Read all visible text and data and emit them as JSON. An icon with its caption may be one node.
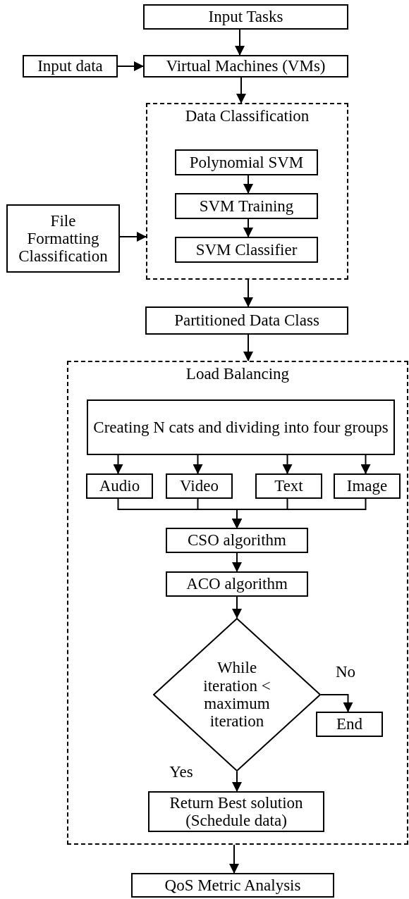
{
  "diagram": {
    "nodes": [
      {
        "text": [
          "Input Tasks"
        ]
      },
      {
        "text": [
          "Virtual Machines (VMs)"
        ]
      },
      {
        "text": [
          "Input data"
        ]
      },
      {
        "text": [
          "Data Classification"
        ]
      },
      {
        "text": [
          "Polynomial SVM"
        ],
        "in": 3
      },
      {
        "text": [
          "SVM Training"
        ],
        "in": 3
      },
      {
        "text": [
          "SVM Classifier"
        ],
        "in": 3
      },
      {
        "text": [
          "File Formatting Classification"
        ]
      },
      {
        "text": [
          "Partitioned Data Class"
        ]
      },
      {
        "text": [
          "Load Balancing"
        ]
      },
      {
        "text": [
          "Creating N cats and dividing into four groups"
        ],
        "in": 9
      },
      {
        "text": [
          "Audio"
        ],
        "in": 9
      },
      {
        "text": [
          "Video"
        ],
        "in": 9
      },
      {
        "text": [
          "Text"
        ],
        "in": 9
      },
      {
        "text": [
          "Image"
        ],
        "in": 9
      },
      {
        "text": [
          "CSO algorithm"
        ],
        "in": 9
      },
      {
        "text": [
          "ACO algorithm"
        ],
        "in": 9
      },
      {
        "text": [
          "While iteration < maximum iteration"
        ],
        "in": 9
      },
      {
        "text": [
          "End"
        ],
        "in": 9
      },
      {
        "text": [
          "Return Best solution (Schedule data)"
        ],
        "in": 9
      },
      {
        "text": [
          "QoS Metric Analysis"
        ]
      }
    ],
    "edges": [
      {
        "from": 0,
        "to": 1,
        "arrow": "to"
      },
      {
        "from": 2,
        "to": 1,
        "arrow": "to"
      },
      {
        "from": 1,
        "to": 3,
        "arrow": "to"
      },
      {
        "from": 4,
        "to": 5,
        "arrow": "to"
      },
      {
        "from": 5,
        "to": 6,
        "arrow": "to"
      },
      {
        "from": 7,
        "to": 3,
        "arrow": "to"
      },
      {
        "from": 3,
        "to": 8,
        "arrow": "to"
      },
      {
        "from": 8,
        "to": 9,
        "arrow": "to"
      },
      {
        "from": 10,
        "to": 11,
        "arrow": "to"
      },
      {
        "from": 10,
        "to": 12,
        "arrow": "to"
      },
      {
        "from": 10,
        "to": 13,
        "arrow": "to"
      },
      {
        "from": 10,
        "to": 14,
        "arrow": "to"
      },
      {
        "from": 11,
        "to": 15,
        "arrow": "to"
      },
      {
        "from": 12,
        "to": 15,
        "arrow": "to"
      },
      {
        "from": 13,
        "to": 15,
        "arrow": "to"
      },
      {
        "from": 14,
        "to": 15,
        "arrow": "to"
      },
      {
        "from": 15,
        "to": 16,
        "arrow": "to"
      },
      {
        "from": 16,
        "to": 17,
        "arrow": "to"
      },
      {
        "from": 17,
        "to": 18,
        "label": "No",
        "arrow": "to"
      },
      {
        "from": 17,
        "to": 19,
        "label": "Yes",
        "arrow": "to"
      },
      {
        "from": 9,
        "to": 20,
        "arrow": "to"
      }
    ]
  }
}
